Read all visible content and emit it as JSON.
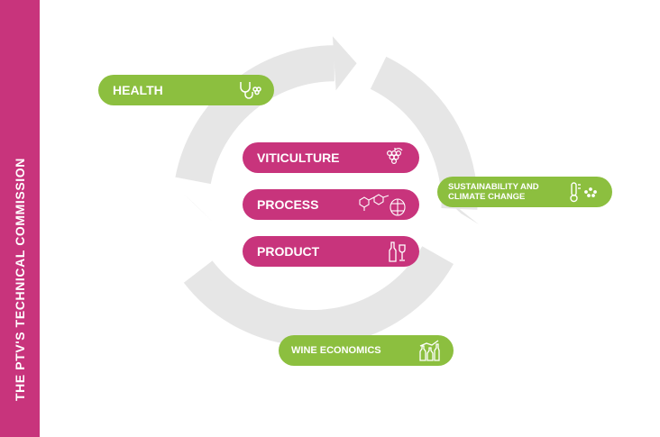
{
  "sidebar": {
    "title": "THE PTV'S TECHNICAL COMMISSION"
  },
  "colors": {
    "pink": "#c8347c",
    "green": "#8cbf3f",
    "cycle": "#e6e6e6"
  },
  "outer_items": {
    "health": {
      "label": "HEALTH",
      "icon": "stethoscope-grape-icon"
    },
    "sustainability": {
      "label_line1": "SUSTAINABILITY AND",
      "label_line2": "CLIMATE CHANGE",
      "icon": "thermometer-rain-icon"
    },
    "wine_economics": {
      "label": "WINE ECONOMICS",
      "icon": "bottles-chart-icon"
    }
  },
  "inner_items": {
    "viticulture": {
      "label": "VITICULTURE",
      "icon": "grape-cluster-icon"
    },
    "process": {
      "label": "PROCESS",
      "icon": "molecule-barrel-icon"
    },
    "product": {
      "label": "PRODUCT",
      "icon": "bottle-glass-icon"
    }
  }
}
